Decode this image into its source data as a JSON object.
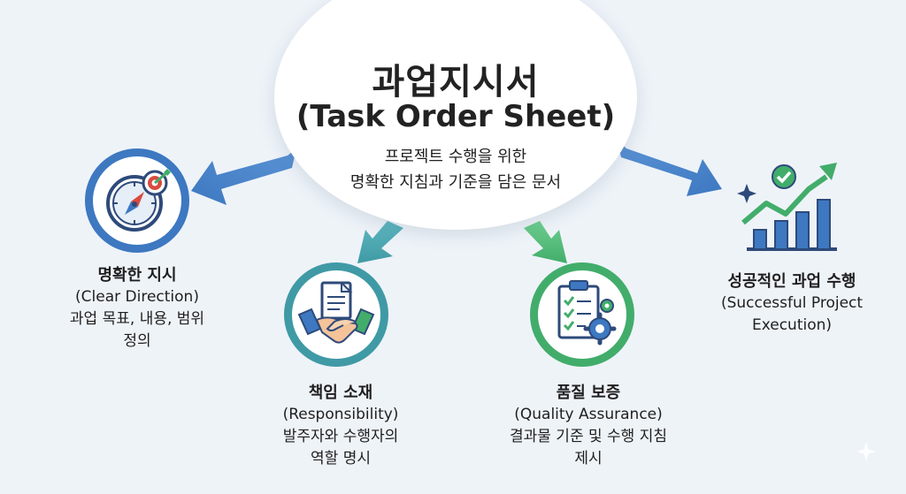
{
  "center": {
    "title_ko": "과업지시서",
    "title_en": "(Task Order Sheet)",
    "desc_line1": "프로젝트 수행을 위한",
    "desc_line2": "명확한 지침과 기준을 담은 문서"
  },
  "nodes": [
    {
      "head": "명확한 지시",
      "sub": "(Clear Direction)",
      "desc1": "과업 목표, 내용, 범위",
      "desc2": "정의",
      "icon": "compass-target-icon",
      "color": "#3d78c1"
    },
    {
      "head": "책임 소재",
      "sub": "(Responsibility)",
      "desc1": "발주자와 수행자의",
      "desc2": "역할 명시",
      "icon": "handshake-document-icon",
      "color": "#3f9aa5"
    },
    {
      "head": "품질 보증",
      "sub": "(Quality Assurance)",
      "desc1": "결과물 기준 및 수행 지침",
      "desc2": "제시",
      "icon": "checklist-gear-icon",
      "color": "#42ad6b"
    },
    {
      "head": "성공적인 과업 수행",
      "sub": "(Successful Project",
      "desc1": "Execution)",
      "icon": "growth-chart-icon",
      "color": "#42ad6b"
    }
  ],
  "colors": {
    "blue": "#3d78c1",
    "teal": "#3f9aa5",
    "green": "#42ad6b",
    "navy": "#2e4a7a"
  }
}
